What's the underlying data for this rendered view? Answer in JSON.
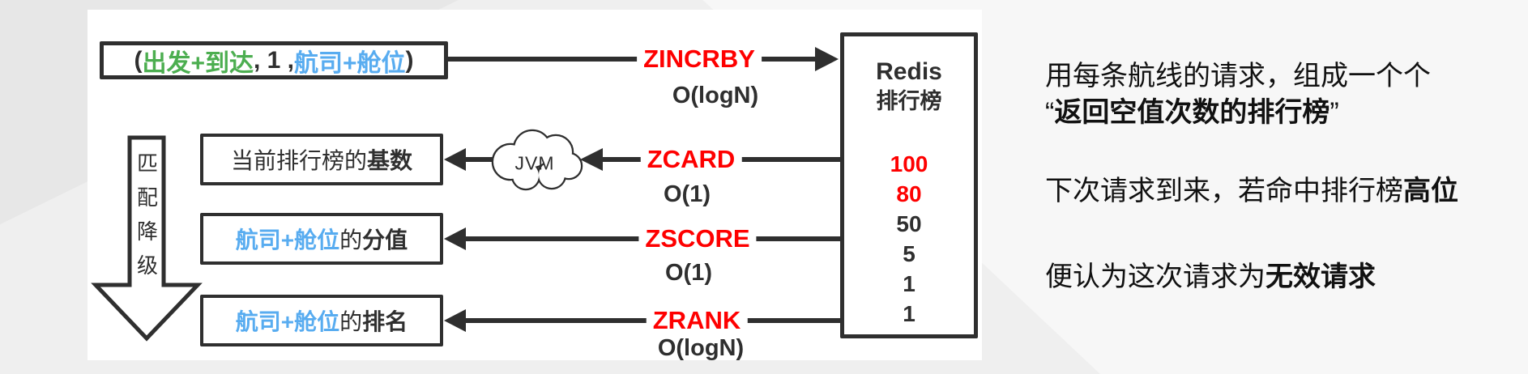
{
  "colors": {
    "page_background": "#efefef",
    "panel_background": "#ffffff",
    "ink": "#2f2f2f",
    "command_red": "#fe0000",
    "tuple_green": "#4cae50",
    "tuple_blue": "#58acf0"
  },
  "diagram": {
    "tuple": {
      "open": "(",
      "green": "出发+到达",
      "mid": " , 1 , ",
      "blue": "航司+舱位",
      "close": ")"
    },
    "commands": {
      "zincrby": {
        "label": "ZINCRBY",
        "complexity": "O(logN)"
      },
      "zcard": {
        "label": "ZCARD",
        "complexity": "O(1)"
      },
      "zscore": {
        "label": "ZSCORE",
        "complexity": "O(1)"
      },
      "zrank": {
        "label": "ZRANK",
        "complexity": "O(logN)"
      }
    },
    "jvm_label": "JVM",
    "downgrade_label": "匹配降级",
    "box_cardinality": {
      "prefix": "当前排行榜的",
      "bold": "基数"
    },
    "box_score": {
      "blue": "航司+舱位",
      "mid": "的",
      "bold": "分值"
    },
    "box_rank": {
      "blue": "航司+舱位",
      "mid": "的",
      "bold": "排名"
    },
    "redis": {
      "name": "Redis",
      "subtitle": "排行榜",
      "scores_red": [
        "100",
        "80"
      ],
      "scores_dark": [
        "50",
        "5",
        "1",
        "1"
      ]
    }
  },
  "notes": {
    "p1": {
      "line1": "用每条航线的请求，组成一个个",
      "quote_open": "“",
      "bold": "返回空值次数的排行榜",
      "quote_close": "”"
    },
    "p2": {
      "pre": "下次请求到来，若命中排行榜",
      "bold": "高位"
    },
    "p3": {
      "pre": "便认为这次请求为",
      "bold": "无效请求"
    }
  }
}
